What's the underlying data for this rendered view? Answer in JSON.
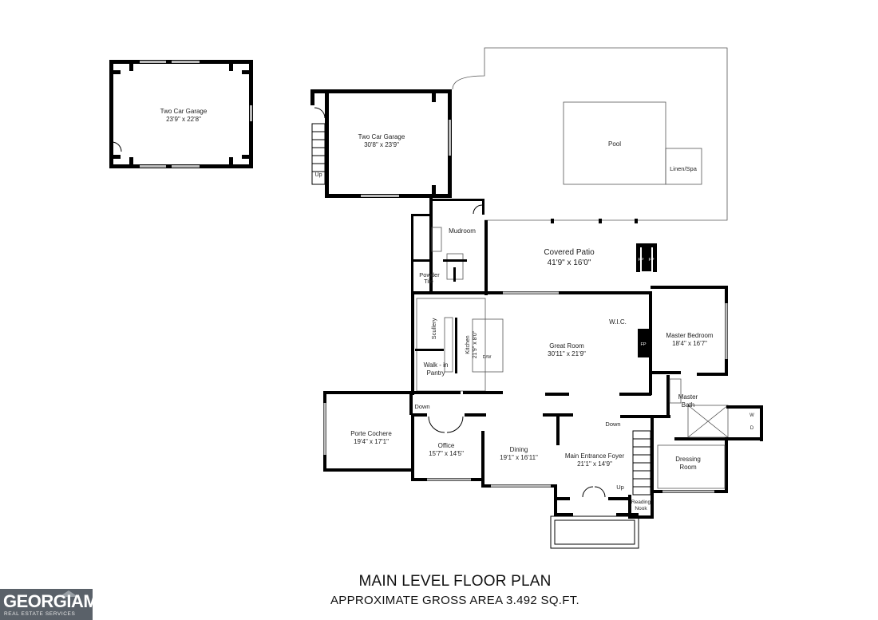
{
  "rooms": {
    "detached_garage": {
      "name": "Two Car Garage",
      "dims": "23'9\" x 22'8\""
    },
    "attached_garage": {
      "name": "Two Car Garage",
      "dims": "30'8\" x 23'9\""
    },
    "garage_stair": "Up",
    "pool": "Pool",
    "linen_spa": "Linen/Spa",
    "mudroom": "Mudroom",
    "covered_patio": {
      "name": "Covered Patio",
      "dims": "41'9\" x 16'0\""
    },
    "patio_fireplace_a": "FP",
    "patio_fireplace_b": "FP",
    "powder": "Powder",
    "tile": "Tile",
    "scullery": "Scullery",
    "kitchen": {
      "name": "Kitchen",
      "dims": "21'9\" x 8'0\""
    },
    "dishwasher": "D/W",
    "walk_in_pantry": {
      "line1": "Walk - in",
      "line2": "Pantry"
    },
    "great_room": {
      "name": "Great Room",
      "dims": "30'11\" x 21'9\""
    },
    "great_room_fireplace": "FP",
    "wic": "W.I.C.",
    "master_bedroom": {
      "name": "Master Bedroom",
      "dims": "18'4\" x 16'7\""
    },
    "master_bath": {
      "line1": "Master",
      "line2": "Bath"
    },
    "washer": "W",
    "dryer": "D",
    "porte_cochere": {
      "name": "Porte Cochere",
      "dims": "19'4\" x 17'1\""
    },
    "porte_down": "Down",
    "office": {
      "name": "Office",
      "dims": "15'7\" x 14'5\""
    },
    "dining": {
      "name": "Dining",
      "dims": "19'1\" x 16'11\""
    },
    "foyer": {
      "name": "Main Entrance Foyer",
      "dims": "21'1\" x 14'9\""
    },
    "foyer_down": "Down",
    "foyer_up": "Up",
    "dressing_room": {
      "line1": "Dressing",
      "line2": "Room"
    },
    "reading_nook": {
      "line1": "Reading",
      "line2": "Nook"
    }
  },
  "footer": {
    "title": "MAIN LEVEL FLOOR PLAN",
    "subtitle": "APPROXIMATE GROSS AREA 3.492 SQ.FT."
  },
  "logo": {
    "brand": "GEORGIAMLS",
    "tagline": "REAL ESTATE SERVICES"
  },
  "colors": {
    "walls": "#000000",
    "text": "#222222",
    "logo_bg": "#5a6169"
  }
}
